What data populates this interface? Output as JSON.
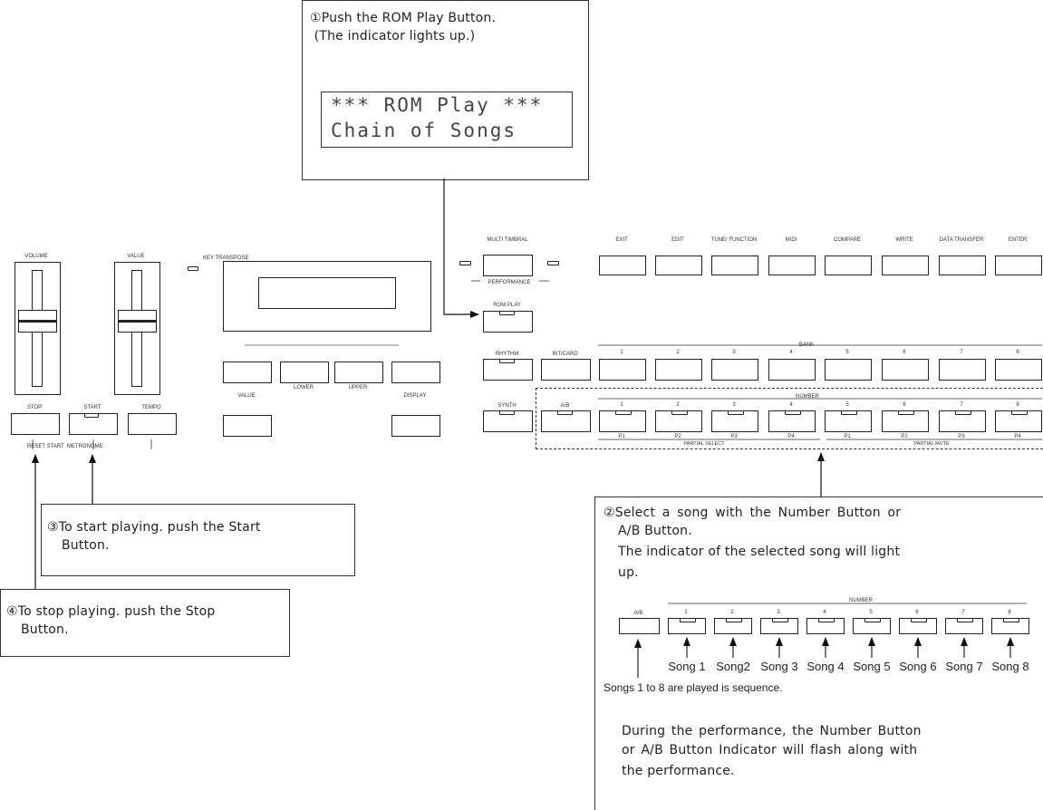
{
  "callouts": {
    "step1": {
      "line1": "①Push the ROM Play Button.",
      "line2": " (The indicator lights up.)"
    },
    "lcd": {
      "line1": "*** ROM Play ***",
      "line2": "Chain of Songs"
    },
    "step2": {
      "line1": "②Select a song with the Number Button or",
      "line2": "A/B Button.",
      "line3": "The indicator of the selected song will light",
      "line4": "up.",
      "note": "Songs 1 to 8 are played is sequence.",
      "para1": "During the performance, the Number Button",
      "para2": "or A/B Button Indicator will flash along with",
      "para3": "the performance."
    },
    "step3": {
      "line1": "③To start playing. push the Start",
      "line2": "Button."
    },
    "step4": {
      "line1": "④To stop playing. push the Stop",
      "line2": "Button."
    }
  },
  "panel": {
    "sliders": {
      "volume": "VOLUME",
      "value": "VALUE"
    },
    "key_transpose": "KEY TRANSPOSE",
    "transport": {
      "stop": "STOP",
      "start": "START",
      "tempo": "TEMPO",
      "footer": "RESET START  METRONOME"
    },
    "edit_buttons": {
      "value": "VALUE",
      "lower": "LOWER",
      "upper": "UPPER",
      "display": "DISPLAY"
    },
    "mode": {
      "multi_timbral": "MULTI TIMBRAL",
      "performance": "PERFORMANCE",
      "rom_play": "ROM PLAY"
    },
    "top_row": [
      "EXIT",
      "EDIT",
      "TUNE/ FUNCTION",
      "MIDI",
      "COMPARE",
      "WRITE",
      "DATA TRANSFER",
      "ENTER"
    ],
    "left_col": {
      "rhythm": "RHYTHM",
      "synth": "SYNTH",
      "int_card": "INT/CARD",
      "ab": "A/B"
    },
    "bank": {
      "title": "BANK",
      "numbers": [
        "1",
        "2",
        "3",
        "4",
        "5",
        "6",
        "7",
        "8"
      ]
    },
    "number": {
      "title": "NUMBER",
      "numbers": [
        "1",
        "2",
        "3",
        "4",
        "5",
        "6",
        "7",
        "8"
      ]
    },
    "partials": {
      "labels": [
        "P1",
        "P2",
        "P3",
        "P4",
        "P1",
        "P2",
        "P3",
        "P4"
      ],
      "select": "PARTIAL SELECT",
      "mute": "PARTIAL MUTE"
    }
  },
  "mini_panel": {
    "ab": "A/B",
    "title": "NUMBER",
    "numbers": [
      "1",
      "2",
      "3",
      "4",
      "5",
      "6",
      "7",
      "8"
    ],
    "songs": [
      "Song 1",
      "Song2",
      "Song 3",
      "Song 4",
      "Song 5",
      "Song 6",
      "Song 7",
      "Song 8"
    ]
  }
}
